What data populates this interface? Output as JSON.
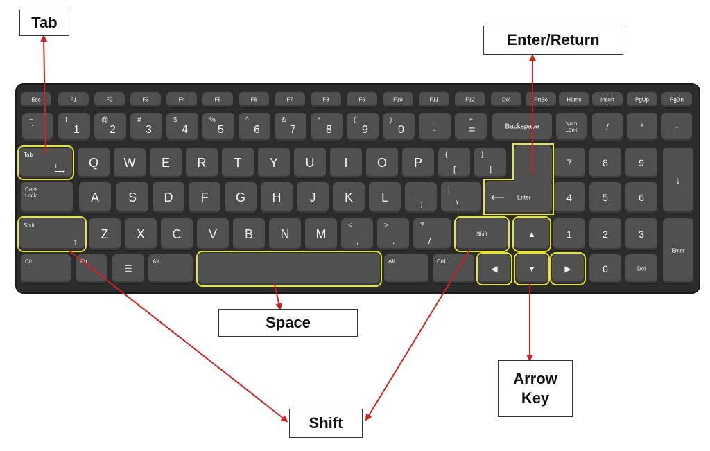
{
  "callouts": {
    "tab": "Tab",
    "enter_return": "Enter/Return",
    "space": "Space",
    "shift": "Shift",
    "arrow_key": "Arrow\nKey"
  },
  "keys": {
    "esc": "Esc",
    "f1": "F1",
    "f2": "F2",
    "f3": "F3",
    "f4": "F4",
    "f5": "F5",
    "f6": "F6",
    "f7": "F7",
    "f8": "F8",
    "f9": "F9",
    "f10": "F10",
    "f11": "F11",
    "f12": "F12",
    "del": "Del",
    "prtsc": "PrtSc",
    "home": "Home",
    "insert": "Insert",
    "pgup": "PgUp",
    "pgdn": "PgDn",
    "tilde_sec": "~",
    "tilde_pri": "`",
    "d1_sec": "!",
    "d1": "1",
    "d2_sec": "@",
    "d2": "2",
    "d3_sec": "#",
    "d3": "3",
    "d4_sec": "$",
    "d4": "4",
    "d5_sec": "%",
    "d5": "5",
    "d6_sec": "^",
    "d6": "6",
    "d7_sec": "&",
    "d7": "7",
    "d8_sec": "*",
    "d8": "8",
    "d9_sec": "(",
    "d9": "9",
    "d0_sec": ")",
    "d0": "0",
    "minus_sec": "_",
    "minus_pri": "-",
    "equal_sec": "+",
    "equal_pri": "=",
    "backspace": "Backspace",
    "num_lock": "Num\nLock",
    "np_slash": "/",
    "np_star": "*",
    "np_minus": "-",
    "tab": "Tab",
    "q": "Q",
    "w": "W",
    "e": "E",
    "r": "R",
    "t": "T",
    "y": "Y",
    "u": "U",
    "i": "I",
    "o": "O",
    "p": "P",
    "lbracket_sec": "{",
    "lbracket_pri": "[",
    "rbracket_sec": "}",
    "rbracket_pri": "]",
    "np7": "7",
    "np8": "8",
    "np9": "9",
    "np_plus": "↓",
    "caps_lock": "Caps\nLock",
    "a": "A",
    "s": "S",
    "d": "D",
    "f": "F",
    "g": "G",
    "h": "H",
    "j": "J",
    "k": "K",
    "l": "L",
    "semicolon_sec": ":",
    "semicolon_pri": ";",
    "quote_sec": "|",
    "quote_pri": "\\",
    "enter": "Enter",
    "np4": "4",
    "np5": "5",
    "np6": "6",
    "shift_left": "Shift",
    "z": "Z",
    "x": "X",
    "c": "C",
    "v": "V",
    "b": "B",
    "n": "N",
    "m": "M",
    "comma_sec": "<",
    "comma_pri": ",",
    "period_sec": ">",
    "period_pri": ".",
    "slash_sec": "?",
    "slash_pri": "/",
    "shift_right": "Shift",
    "np1": "1",
    "np2": "2",
    "np3": "3",
    "np_enter": "Enter",
    "ctrl_left": "Ctrl",
    "fn": "Fn",
    "alt_left": "Alt",
    "alt_right": "Alt",
    "ctrl_right": "Ctrl",
    "np0": "0",
    "np_del": "Del"
  },
  "icons": {
    "tab_arrows": "tab-arrows-icon",
    "shift_arrow": "shift-up-arrow-icon",
    "enter_arrow": "enter-arrow-icon",
    "menu": "menu-icon",
    "arrow_up": "arrow-up-icon",
    "arrow_left": "arrow-left-icon",
    "arrow_down": "arrow-down-icon",
    "arrow_right": "arrow-right-icon"
  },
  "colors": {
    "highlight": "#e6e62a",
    "annotation_arrow": "#cc2222",
    "key": "#505050",
    "keyboard": "#2c2c2c"
  }
}
